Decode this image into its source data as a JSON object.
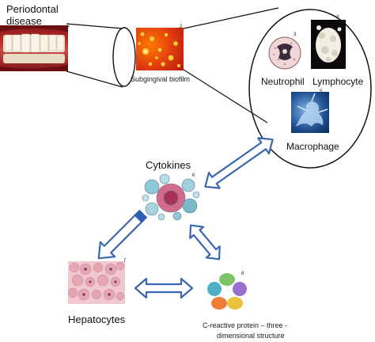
{
  "labels": {
    "periodontal": "Periodontal\ndisease",
    "biofilm": "Subgingival biofilm",
    "neutrophil": "Neutrophil",
    "lymphocyte": "Lymphocyte",
    "macrophage": "Macrophage",
    "cytokines": "Cytokines",
    "hepatocytes": "Hepatocytes",
    "crp_line1": "C-reactive protein  – three -",
    "crp_line2": "dimensional structure"
  },
  "numbers": {
    "n1": "1",
    "n2": "2",
    "n3": "3",
    "n4": "4",
    "n5": "5",
    "n6": "6",
    "n7": "7",
    "n8": "8"
  },
  "colors": {
    "arrow_fill": "#ffffff",
    "arrow_stroke": "#3a67b0",
    "arrow_solid": "#2f5fb0"
  }
}
